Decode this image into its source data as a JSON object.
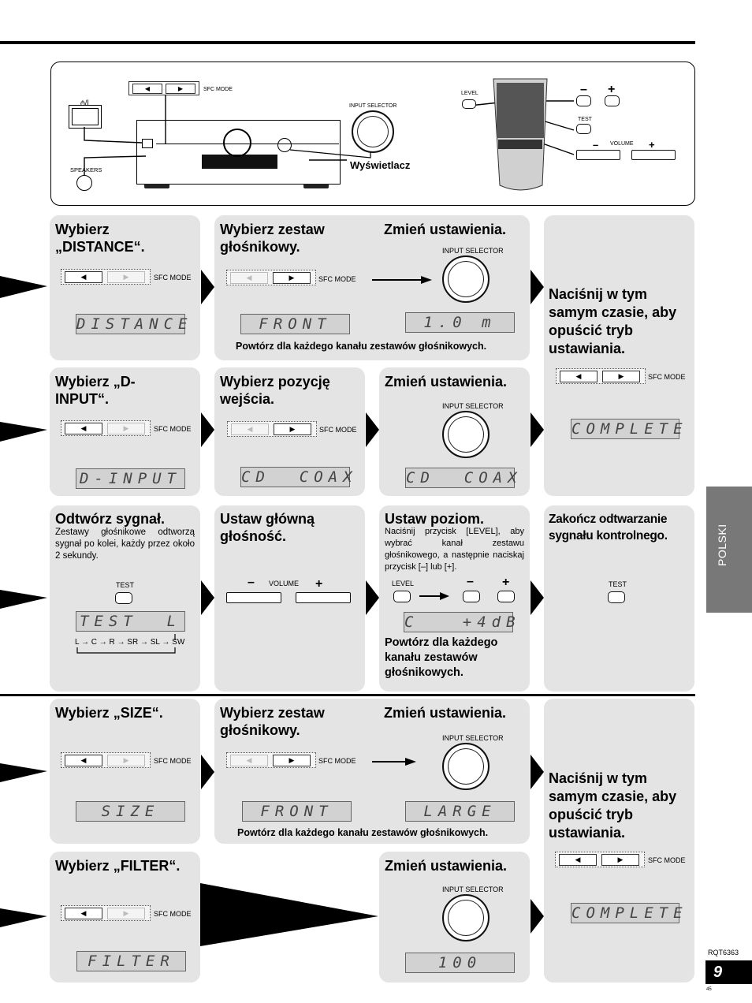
{
  "diagram": {
    "power_symbol": "ტ/I",
    "sfc_mode": "SFC MODE",
    "input_selector": "INPUT SELECTOR",
    "speakers": "SPEAKERS",
    "display_label": "Wyświetlacz",
    "level": "LEVEL",
    "test": "TEST",
    "volume": "VOLUME",
    "minus": "–",
    "plus": "+"
  },
  "common": {
    "sfc_mode": "SFC MODE",
    "input_selector": "INPUT SELECTOR",
    "test": "TEST",
    "volume": "VOLUME",
    "level": "LEVEL",
    "minus": "–",
    "plus": "+",
    "left": "◀",
    "right": "▶"
  },
  "row1": {
    "a_title": "Wybierz „DISTANCE“.",
    "a_lcd": "DISTANCE",
    "b_title": "Wybierz zestaw głośnikowy.",
    "b_lcd": "FRONT",
    "c_title": "Zmień ustawienia.",
    "c_lcd": "1.0 m",
    "repeat_note": "Powtórz dla każdego kanału zestawów głośnikowych."
  },
  "right_top": {
    "title": "Naciśnij w tym samym czasie, aby opuścić tryb ustawiania.",
    "lcd": "COMPLETE"
  },
  "row2": {
    "a_title": "Wybierz „D-INPUT“.",
    "a_lcd": "D-INPUT",
    "b_title": "Wybierz pozycję wejścia.",
    "b_lcd": "CD  COAX",
    "c_title": "Zmień ustawienia.",
    "c_lcd": "CD  COAX"
  },
  "row3": {
    "a_title": "Odtwórz sygnał.",
    "a_text": "Zestawy głośnikowe odtworzą sygnał po kolei, każdy przez około 2 sekundy.",
    "a_lcd": "TEST  L",
    "sequence": "L → C → R → SR → SL → SW",
    "b_title": "Ustaw główną głośność.",
    "c_title": "Ustaw poziom.",
    "c_text": "Naciśnij przycisk [LEVEL], aby wybrać kanał zestawu głośnikowego, a następnie naciskaj przycisk [–] lub [+].",
    "c_lcd": "C   +4dB",
    "c_repeat": "Powtórz dla każdego kanału zestawów głośnikowych.",
    "d_title": "Zakończ odtwarzanie sygnału kontrolnego."
  },
  "row4": {
    "a_title": "Wybierz „SIZE“.",
    "a_lcd": "SIZE",
    "b_title": "Wybierz zestaw głośnikowy.",
    "b_lcd": "FRONT",
    "c_title": "Zmień ustawienia.",
    "c_lcd": "LARGE",
    "repeat_note": "Powtórz dla każdego kanału zestawów głośnikowych."
  },
  "right_bottom": {
    "title": "Naciśnij w tym samym czasie, aby opuścić tryb ustawiania.",
    "lcd": "COMPLETE"
  },
  "row5": {
    "a_title": "Wybierz „FILTER“.",
    "a_lcd": "FILTER",
    "c_title": "Zmień ustawienia.",
    "c_lcd": "100"
  },
  "side_tab": "POLSKI",
  "footer": {
    "code": "RQT6363",
    "page": "9",
    "small_number": "45"
  }
}
